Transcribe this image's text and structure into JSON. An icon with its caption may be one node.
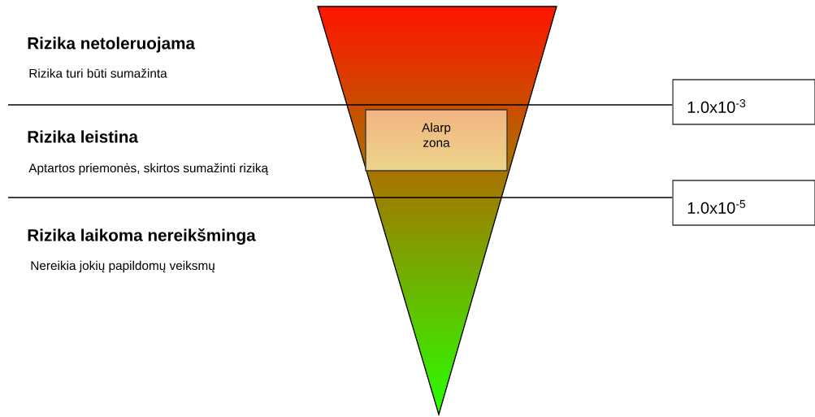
{
  "diagram": {
    "nodes": [
      {
        "text": [],
        "shape": "triangle"
      },
      {
        "text": [
          "Alarp zona"
        ],
        "in": 0
      },
      {
        "text": [
          "1.0x10$^{-3}$"
        ]
      },
      {
        "text": [
          "1.0x10$^{-5}$"
        ]
      }
    ],
    "edges": [
      {
        "from": null,
        "to": 2,
        "arrow": "none"
      },
      {
        "from": null,
        "to": 3,
        "arrow": "none"
      }
    ],
    "labels": [
      "Rizika netoleruojama",
      "Rizika turi būti sumažinta",
      "Rizika leistina",
      "Aptartos priemonės, skirtos sumažinti riziką",
      "Rizika laikoma nereikšminga",
      "Nereikia jokių papildomų veiksmų"
    ]
  }
}
